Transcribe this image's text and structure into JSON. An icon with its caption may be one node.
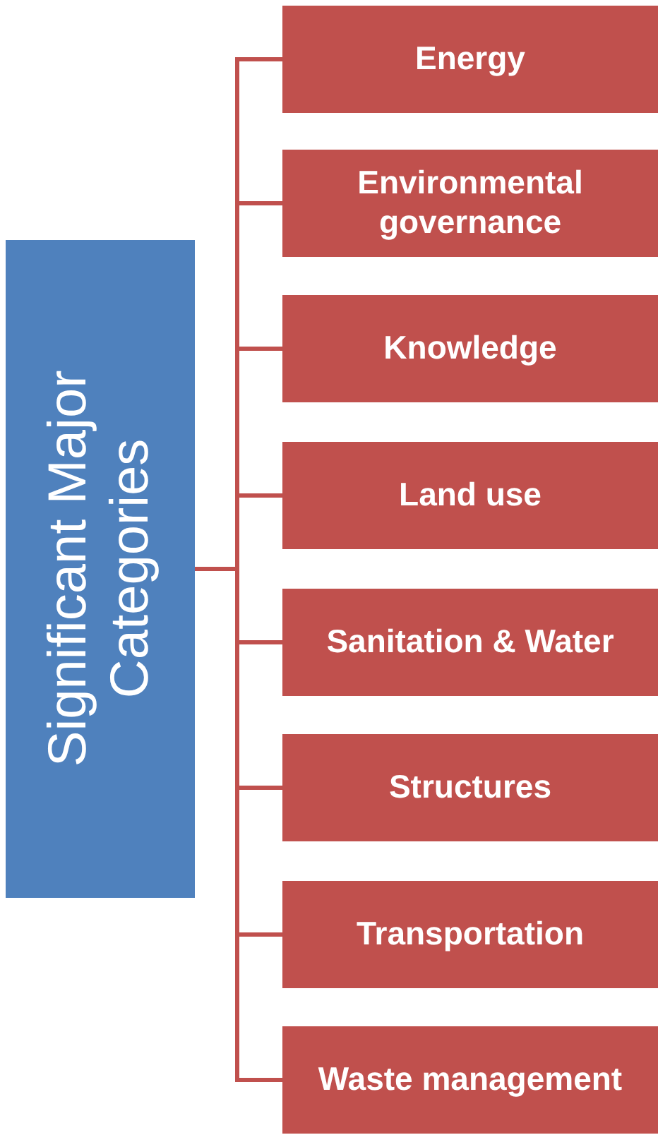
{
  "diagram": {
    "nodes": [
      {
        "text": [
          "Significant Major Categories"
        ]
      },
      {
        "text": [
          "Energy"
        ]
      },
      {
        "text": [
          "Environmental governance"
        ]
      },
      {
        "text": [
          "Knowledge"
        ]
      },
      {
        "text": [
          "Land use"
        ]
      },
      {
        "text": [
          "Sanitation & Water"
        ]
      },
      {
        "text": [
          "Structures"
        ]
      },
      {
        "text": [
          "Transportation"
        ]
      },
      {
        "text": [
          "Waste management"
        ]
      }
    ],
    "edges": [
      {
        "from": 0,
        "to": 1,
        "arrow": "none"
      },
      {
        "from": 0,
        "to": 2,
        "arrow": "none"
      },
      {
        "from": 0,
        "to": 3,
        "arrow": "none"
      },
      {
        "from": 0,
        "to": 4,
        "arrow": "none"
      },
      {
        "from": 0,
        "to": 5,
        "arrow": "none"
      },
      {
        "from": 0,
        "to": 6,
        "arrow": "none"
      },
      {
        "from": 0,
        "to": 7,
        "arrow": "none"
      },
      {
        "from": 0,
        "to": 8,
        "arrow": "none"
      }
    ]
  }
}
